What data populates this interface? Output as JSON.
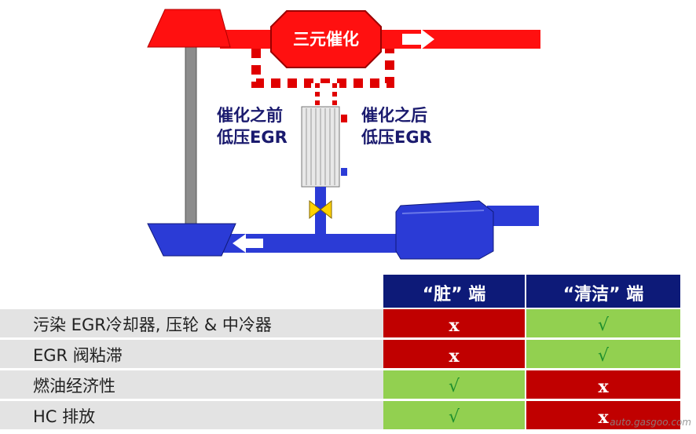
{
  "diagram": {
    "catalyst_label": "三元催化",
    "pre_cat_label": [
      "催化之前",
      "低压EGR"
    ],
    "post_cat_label": [
      "催化之后",
      "低压EGR"
    ],
    "colors": {
      "hot": "#ff0000",
      "cold": "#2b3bd6",
      "grey": "#808080"
    }
  },
  "table": {
    "headers": [
      "“脏” 端",
      "“清洁” 端"
    ],
    "rows": [
      {
        "label": "污染 EGR冷却器, 压轮 & 中冷器",
        "dirty": "x",
        "clean": "√",
        "dirty_status": "bad",
        "clean_status": "good"
      },
      {
        "label": "EGR 阀粘滞",
        "dirty": "x",
        "clean": "√",
        "dirty_status": "bad",
        "clean_status": "good"
      },
      {
        "label": "燃油经济性",
        "dirty": "√",
        "clean": "x",
        "dirty_status": "good",
        "clean_status": "bad"
      },
      {
        "label": "HC 排放",
        "dirty": "√",
        "clean": "x",
        "dirty_status": "good",
        "clean_status": "bad"
      }
    ]
  },
  "watermark": "auto.gasgoo.com"
}
